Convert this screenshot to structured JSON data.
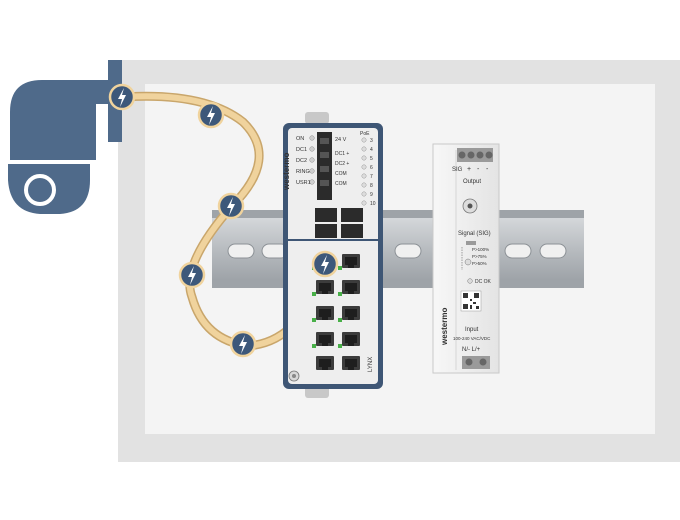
{
  "switch": {
    "brand": "westermo",
    "model": "LYNX",
    "status_leds": [
      "ON",
      "DC1",
      "DC2",
      "RING",
      "USR1"
    ],
    "power_voltage": "24 V",
    "terminal_labels": [
      "DC1 +",
      "DC2 +",
      "COM",
      "COM"
    ],
    "poe_header": "PoE",
    "port_numbers": [
      "3",
      "4",
      "5",
      "6",
      "7",
      "8",
      "9",
      "10"
    ]
  },
  "psu": {
    "brand": "westermo",
    "sig_label": "SIG",
    "terminal_symbols": [
      "+",
      "-",
      "-"
    ],
    "output_label": "Output",
    "signal_label": "Signal (SIG)",
    "levels": [
      "P>100%",
      "P>75%",
      "P>50%"
    ],
    "dc_ok": "DC OK",
    "input_label": "Input",
    "input_spec": "100-240 VAC/VDC",
    "input_terminals": "N/-  L/+"
  },
  "colors": {
    "camera": "#4f6a8a",
    "cable": "#f0d39d",
    "cable_outline": "#c9a66b",
    "badge": "#3d587a",
    "cabinet_frame": "#e2e2e2",
    "cabinet_panel": "#f4f4f4",
    "rail": "#b9bdc1",
    "poe_led": "#48b048"
  },
  "icons": [
    "poe-power-icon",
    "camera-icon",
    "gear-icon"
  ]
}
